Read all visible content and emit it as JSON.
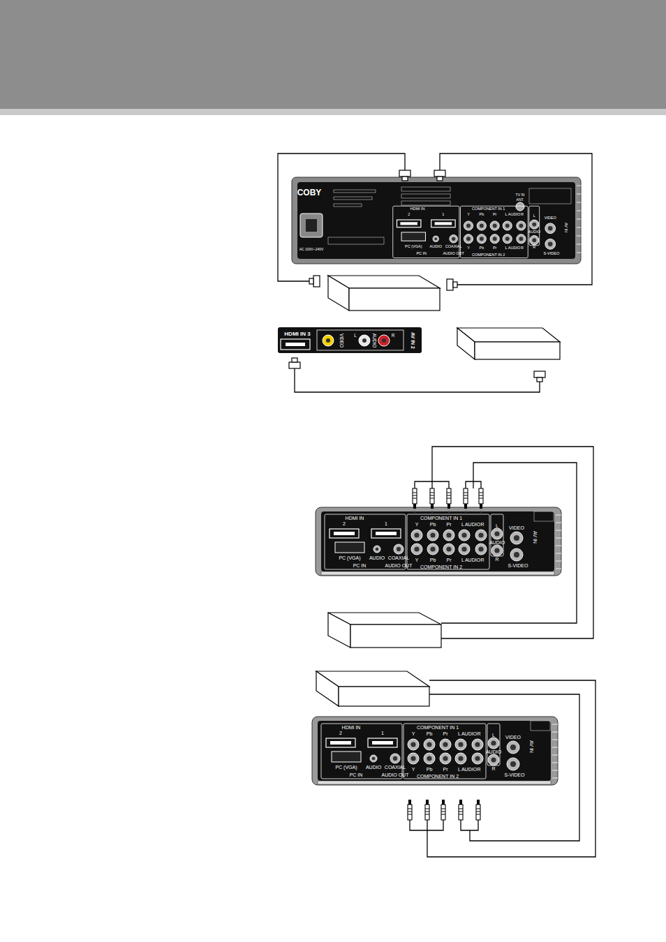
{
  "diagram": {
    "labels": [
      "COBY",
      "AC 100V~240V",
      "TV IN",
      "ANT.",
      "HDMI IN",
      "2",
      "1",
      "COMPONENT IN 1",
      "Y",
      "Pb",
      "Pr",
      "L",
      "AUDIO",
      "R",
      "L",
      "VIDEO",
      "AV IN",
      "AUDIO",
      "R",
      "PC (VGA)",
      "AUDIO",
      "COAXIAL",
      "Y",
      "Pb",
      "Pr",
      "L",
      "AUDIO",
      "R",
      "S-VIDEO",
      "PC IN",
      "AUDIO OUT",
      "COMPONENT IN 2",
      "HDMI IN 3",
      "VIDEO",
      "L",
      "AUDIO",
      "R",
      "AV IN 2",
      "HDMI IN",
      "2",
      "1",
      "COMPONENT IN 1",
      "Y",
      "Pb",
      "Pr",
      "L",
      "AUDIO",
      "R",
      "L",
      "VIDEO",
      "AV IN",
      "AUDIO",
      "R",
      "PC (VGA)",
      "AUDIO",
      "COAXIAL",
      "Y",
      "Pb",
      "Pr",
      "L",
      "AUDIO",
      "R",
      "S-VIDEO",
      "PC IN",
      "AUDIO OUT",
      "COMPONENT IN 2",
      "HDMI IN",
      "2",
      "1",
      "COMPONENT IN 1",
      "Y",
      "Pb",
      "Pr",
      "L",
      "AUDIO",
      "R",
      "L",
      "VIDEO",
      "AV IN",
      "AUDIO",
      "R",
      "PC (VGA)",
      "AUDIO",
      "COAXIAL",
      "Y",
      "Pb",
      "Pr",
      "L",
      "AUDIO",
      "R",
      "S-VIDEO",
      "PC IN",
      "AUDIO OUT",
      "COMPONENT IN 2"
    ]
  }
}
